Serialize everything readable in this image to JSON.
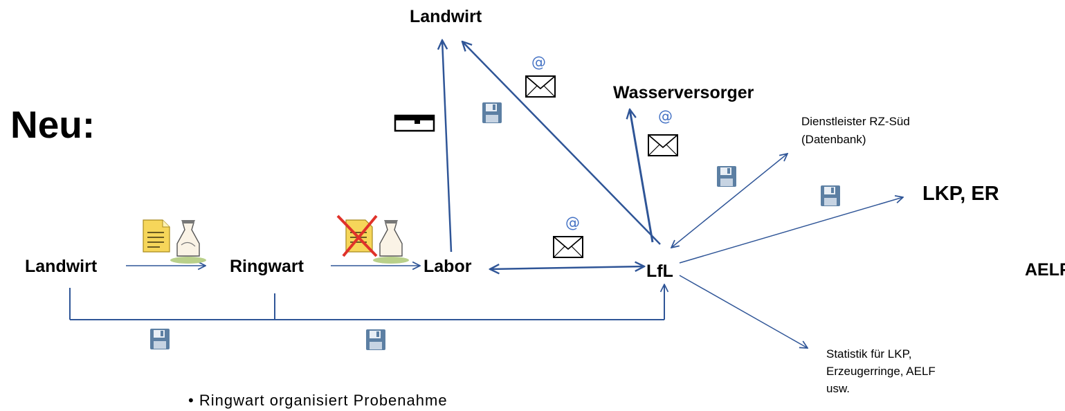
{
  "heading": "Neu:",
  "nodes": {
    "landwirt_top": "Landwirt",
    "wasserversorger": "Wasserversorger",
    "dienstleister_line1": "Dienstleister RZ-Süd",
    "dienstleister_line2": "(Datenbank)",
    "lkp_er": "LKP, ER",
    "aelf": "AELF",
    "landwirt_left": "Landwirt",
    "ringwart": "Ringwart",
    "labor": "Labor",
    "lfl": "LfL",
    "statistik_line1": "Statistik für LKP,",
    "statistik_line2": "Erzeugerringe, AELF",
    "statistik_line3": "usw."
  },
  "email_symbol": "@",
  "bullet": "Ringwart organisiert Probenahme",
  "icons": [
    "floppy-disk-icon",
    "envelope-icon",
    "email-envelope-icon",
    "document-icon",
    "sample-bag-icon",
    "crossed-document-icon",
    "letter-icon"
  ],
  "colors": {
    "arrow": "#2f5597",
    "at_sign": "#4472c4",
    "text": "#000000"
  }
}
